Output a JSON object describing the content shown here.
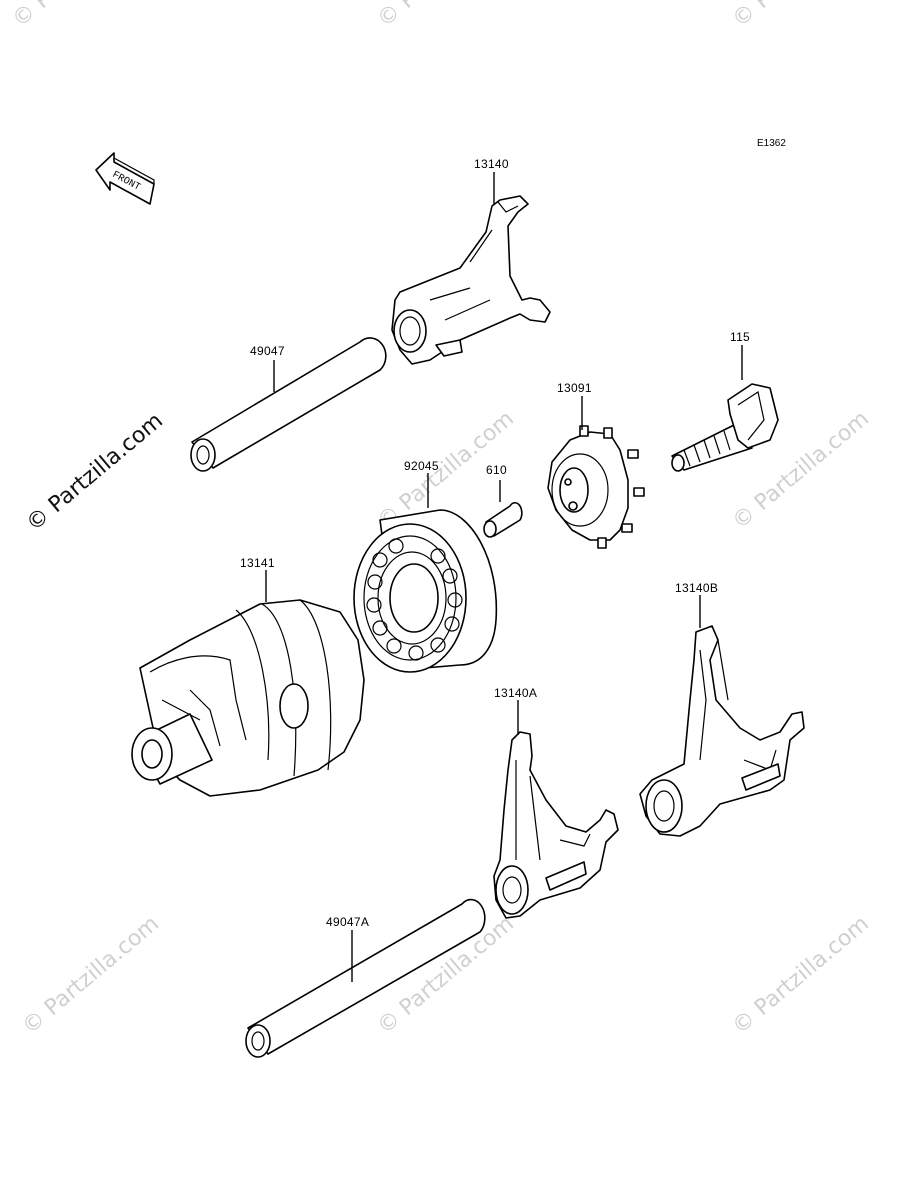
{
  "diagram": {
    "ref_code": "E1362",
    "front_label": "FRONT",
    "watermark": "© Partzilla.com",
    "parts": {
      "fork_top": "13140",
      "shaft_top": "49047",
      "bolt": "115",
      "plate": "13091",
      "bearing": "92045",
      "pin": "610",
      "drum": "13141",
      "fork_b": "13140B",
      "fork_a": "13140A",
      "shaft_bottom": "49047A"
    }
  }
}
